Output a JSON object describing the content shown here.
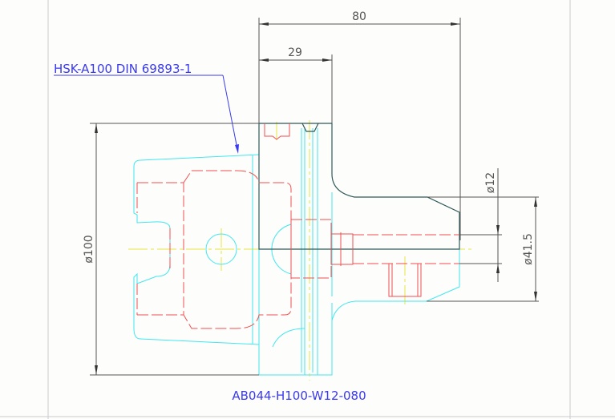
{
  "drawing": {
    "part_label": "HSK-A100 DIN 69893-1",
    "title": "AB044-H100-W12-080",
    "dimensions": {
      "overall_length": "80",
      "flange_length": "29",
      "diameter_shank": "ø100",
      "diameter_bore": "ø12",
      "diameter_collar": "ø41.5"
    },
    "colors": {
      "outline": "#40e8f0",
      "hidden": "#f05050",
      "center": "#e8e840",
      "section": "#2f5a5a",
      "dimension": "#555555",
      "annotation": "#3a3af0"
    }
  }
}
